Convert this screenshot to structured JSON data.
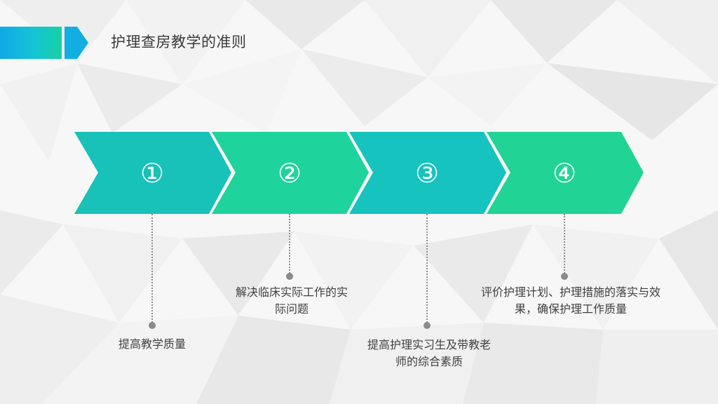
{
  "slide": {
    "title": "护理查房教学的准则"
  },
  "steps": [
    {
      "number": "①",
      "color": "#19c2b8",
      "description": "提高教学质量"
    },
    {
      "number": "②",
      "color": "#1fd39c",
      "description": "解决临床实际工作的实际问题"
    },
    {
      "number": "③",
      "color": "#17c3be",
      "description": "提高护理实习生及带教老师的综合素质"
    },
    {
      "number": "④",
      "color": "#22d396",
      "description": "评价护理计划、护理措施的落实与效果，确保护理工作质量"
    }
  ],
  "colors": {
    "header_gradient_start": "#12a8e6",
    "header_gradient_end": "#18d0a4",
    "header_arrow": "#12aee2"
  }
}
